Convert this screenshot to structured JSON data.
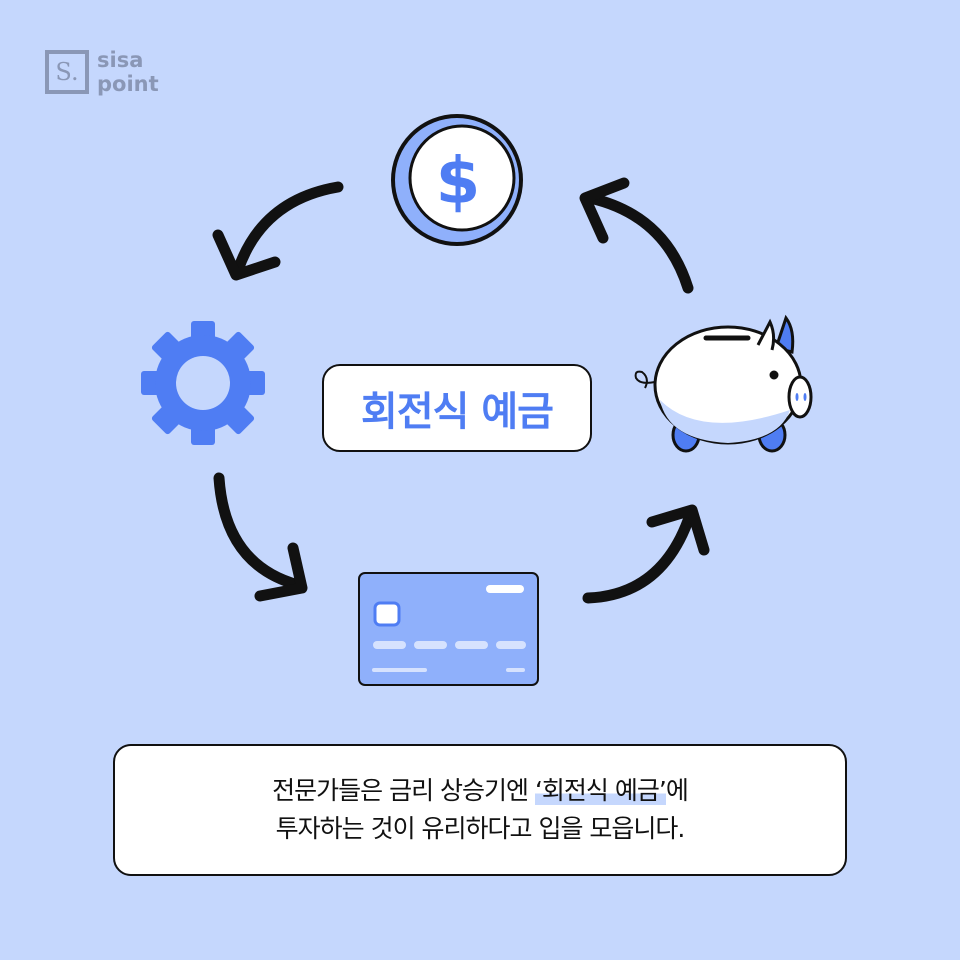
{
  "logo": {
    "mark": "S.",
    "line1": "sisa",
    "line2": "point"
  },
  "title": "회전식 예금",
  "caption": {
    "line1_pre": "전문가들은 금리 상승기엔 ",
    "line1_highlight": "‘회전식 예금’",
    "line1_post": "에",
    "line2": "투자하는 것이 유리하다고 입을 모읍니다."
  },
  "icons": [
    "dollar-coin-icon",
    "gear-icon",
    "credit-card-icon",
    "piggy-bank-icon"
  ],
  "colors": {
    "background": "#c5d7fd",
    "accent": "#4f7df3",
    "card": "#8fb0fb"
  }
}
